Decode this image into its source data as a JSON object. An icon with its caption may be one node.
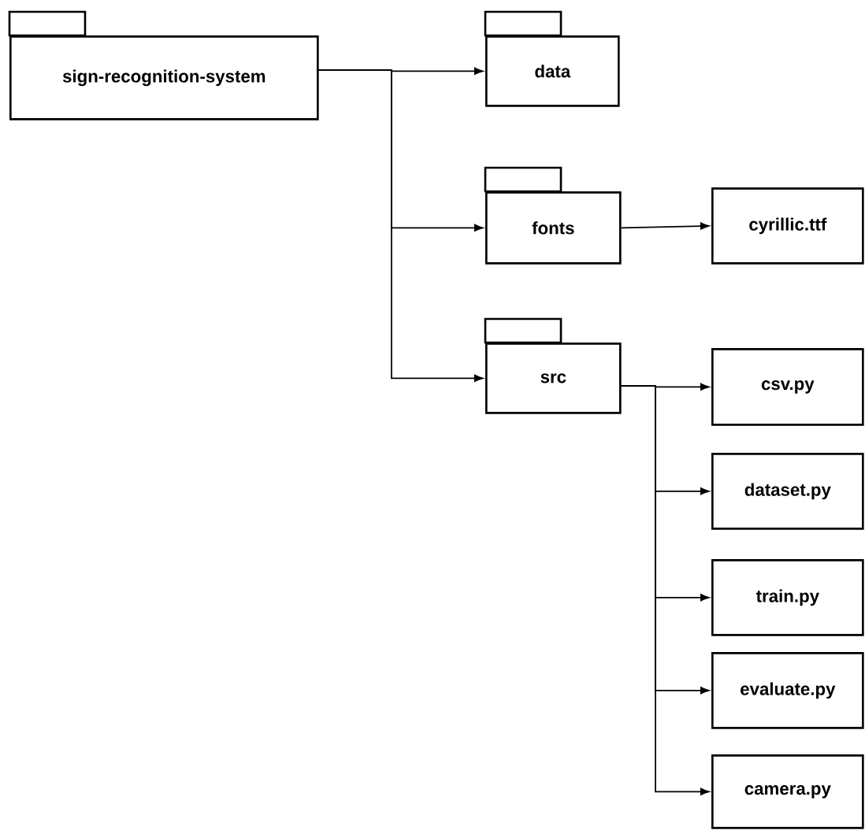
{
  "diagram": {
    "nodes": [
      {
        "text": [
          "sign-recognition-system"
        ]
      },
      {
        "text": [
          "data"
        ]
      },
      {
        "text": [
          "fonts"
        ]
      },
      {
        "text": [
          "cyrillic.ttf"
        ]
      },
      {
        "text": [
          "src"
        ]
      },
      {
        "text": [
          "csv.py"
        ]
      },
      {
        "text": [
          "dataset.py"
        ]
      },
      {
        "text": [
          "train.py"
        ]
      },
      {
        "text": [
          "evaluate.py"
        ]
      },
      {
        "text": [
          "camera.py"
        ]
      }
    ],
    "edges": [
      {
        "from": 0,
        "to": 1,
        "arrow": "to"
      },
      {
        "from": 0,
        "to": 2,
        "arrow": "to"
      },
      {
        "from": 0,
        "to": 4,
        "arrow": "to"
      },
      {
        "from": 2,
        "to": 3,
        "arrow": "to"
      },
      {
        "from": 4,
        "to": 5,
        "arrow": "to"
      },
      {
        "from": 4,
        "to": 6,
        "arrow": "to"
      },
      {
        "from": 4,
        "to": 7,
        "arrow": "to"
      },
      {
        "from": 4,
        "to": 8,
        "arrow": "to"
      },
      {
        "from": 4,
        "to": 9,
        "arrow": "to"
      }
    ]
  }
}
